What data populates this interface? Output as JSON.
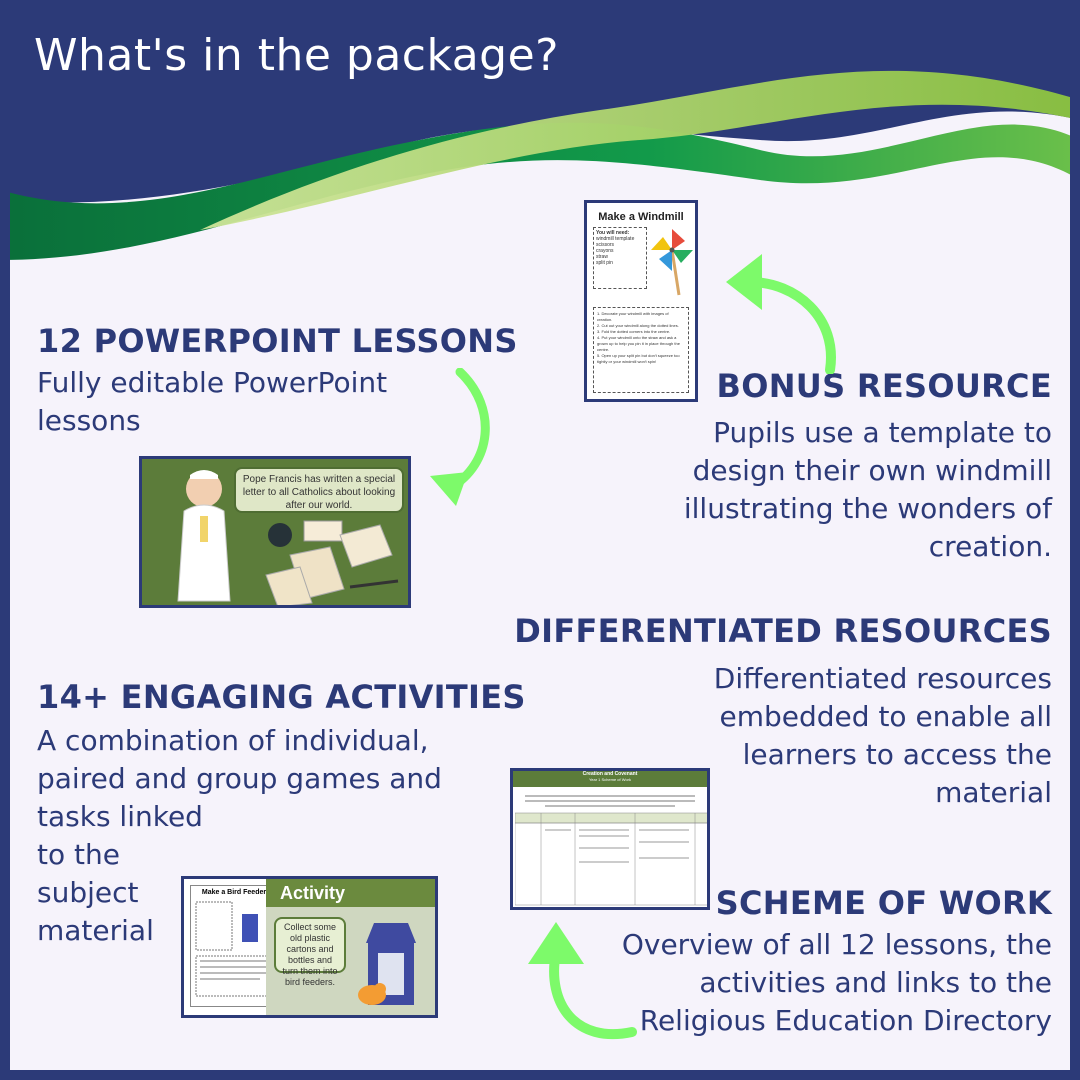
{
  "header": {
    "title": "What's in the package?"
  },
  "sections": {
    "powerpoint": {
      "heading": "12 POWERPOINT LESSONS",
      "lines": [
        "Fully editable PowerPoint",
        "lessons"
      ]
    },
    "bonus": {
      "heading": "BONUS RESOURCE",
      "lines": [
        "Pupils use a template to",
        "design their own windmill",
        "illustrating the wonders of",
        "creation. "
      ]
    },
    "differentiated": {
      "heading": "DIFFERENTIATED RESOURCES",
      "lines": [
        "Differentiated resources",
        "embedded to enable all",
        "learners to access the",
        "material"
      ]
    },
    "activities": {
      "heading": "14+ ENGAGING ACTIVITIES",
      "lines": [
        "A combination of individual,",
        "paired and group games and",
        "tasks linked",
        "to the",
        "subject",
        "material"
      ]
    },
    "scheme": {
      "heading": "SCHEME OF WORK",
      "lines": [
        "Overview of all 12 lessons, the",
        "activities and links to the",
        "Religious Education Directory"
      ]
    }
  },
  "thumbnails": {
    "windmill": {
      "title": "Make a Windmill",
      "need_label": "You will need:",
      "items": [
        "windmill template",
        "scissors",
        "crayons",
        "straw",
        "split pin"
      ],
      "steps": [
        "1. Decorate your windmill with images of creation.",
        "2. Cut out your windmill along the dotted lines.",
        "3. Fold the dotted corners into the centre.",
        "4. Put your windmill onto the straw and ask a grown up to help you pin it in place through the centre.",
        "5. Open up your split pin but don't squeeze too tightly or your windmill won't spin!"
      ]
    },
    "pope_slide": {
      "speech": "Pope Francis has written a special letter to all Catholics about looking after our world."
    },
    "scheme_doc": {
      "title": "Creation and Covenant",
      "subtitle": "Year 1 Scheme of Work"
    },
    "activity_slide": {
      "banner": "Activity",
      "sheet_title": "Make a Bird Feeder",
      "speech": "Collect some old plastic cartons and bottles and turn them into bird feeders."
    }
  },
  "colors": {
    "navy": "#2c3a78",
    "green_dark": "#0f7d3e",
    "green_light": "#9bc84a",
    "arrow_green": "#7dfa6a",
    "background": "#f6f3fb"
  }
}
